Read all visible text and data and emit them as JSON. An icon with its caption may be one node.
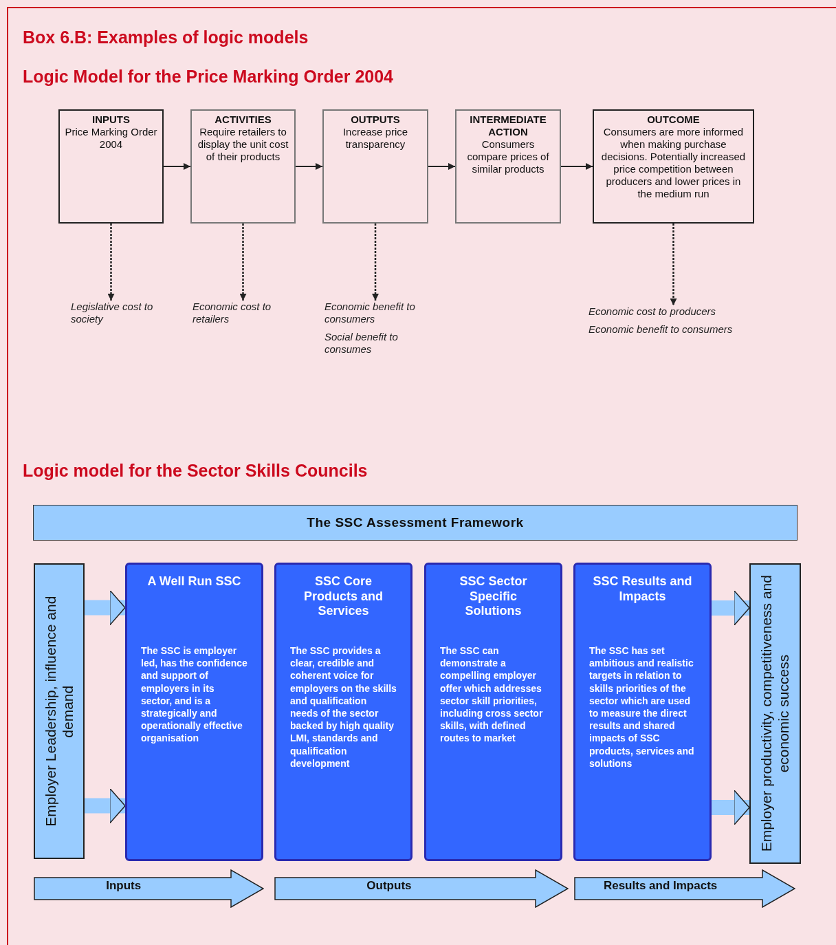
{
  "diagram": {
    "title": "Box 6.B: Examples of logic models",
    "nodes": [
      {
        "text": [
          "INPUTS",
          "Price Marking Order 2004"
        ]
      },
      {
        "text": [
          "ACTIVITIES",
          "Require retailers to display the unit cost of their products"
        ]
      },
      {
        "text": [
          "OUTPUTS",
          "Increase price transparency"
        ]
      },
      {
        "text": [
          "INTERMEDIATE ACTION",
          "Consumers compare prices of similar products"
        ]
      },
      {
        "text": [
          "OUTCOME",
          "Consumers are more informed when making purchase decisions. Potentially increased price competition between producers and lower prices in the medium run"
        ]
      },
      {
        "text": [
          "Legislative cost to society"
        ]
      },
      {
        "text": [
          "Economic cost to retailers"
        ]
      },
      {
        "text": [
          "Economic benefit to consumers",
          "Social benefit to consumes"
        ]
      },
      {
        "text": [
          "Economic cost to producers",
          "Economic benefit to consumers"
        ]
      },
      {
        "text": [
          "The SSC Assessment Framework"
        ]
      },
      {
        "text": [
          "Employer Leadership, influence and demand"
        ]
      },
      {
        "text": [
          "A Well Run SSC",
          "The SSC is employer led, has the confidence and support of employers in its sector, and is a strategically and operationally effective organisation"
        ]
      },
      {
        "text": [
          "SSC Core Products and Services",
          "The SSC provides a clear, credible and coherent voice for employers on the skills and qualification needs of the sector backed by high quality LMI, standards and qualification development"
        ]
      },
      {
        "text": [
          "SSC Sector Specific Solutions",
          "The SSC can demonstrate a compelling employer offer which addresses sector skill priorities, including cross sector skills, with defined routes to market"
        ]
      },
      {
        "text": [
          "SSC Results and Impacts",
          "The SSC has set ambitious and realistic targets in relation to skills priorities of the sector which are used to measure the direct results and shared impacts of SSC products, services and solutions"
        ]
      },
      {
        "text": [
          "Employer productivity, competitiveness and economic success"
        ]
      },
      {
        "text": [
          "Inputs"
        ]
      },
      {
        "text": [
          "Outputs"
        ]
      },
      {
        "text": [
          "Results and Impacts"
        ]
      }
    ],
    "edges": [
      {
        "from": 0,
        "to": 1,
        "arrow": "to"
      },
      {
        "from": 1,
        "to": 2,
        "arrow": "to"
      },
      {
        "from": 2,
        "to": 3,
        "arrow": "to"
      },
      {
        "from": 3,
        "to": 4,
        "arrow": "to"
      },
      {
        "from": 0,
        "to": 5,
        "arrow": "to",
        "style": "dashed"
      },
      {
        "from": 1,
        "to": 6,
        "arrow": "to",
        "style": "dashed"
      },
      {
        "from": 2,
        "to": 7,
        "arrow": "to",
        "style": "dashed"
      },
      {
        "from": 4,
        "to": 8,
        "arrow": "to",
        "style": "dashed"
      },
      {
        "from": 10,
        "to": 11,
        "arrow": "to",
        "style": "thick",
        "color": "#99ccff"
      },
      {
        "from": 10,
        "to": 11,
        "arrow": "to",
        "style": "thick",
        "color": "#99ccff"
      },
      {
        "from": 14,
        "to": 15,
        "arrow": "to",
        "style": "thick",
        "color": "#99ccff"
      },
      {
        "from": 14,
        "to": 15,
        "arrow": "to",
        "style": "thick",
        "color": "#99ccff"
      }
    ],
    "labels": [
      "Logic Model for the Price Marking Order 2004",
      "Logic model for the Sector Skills Councils"
    ]
  }
}
